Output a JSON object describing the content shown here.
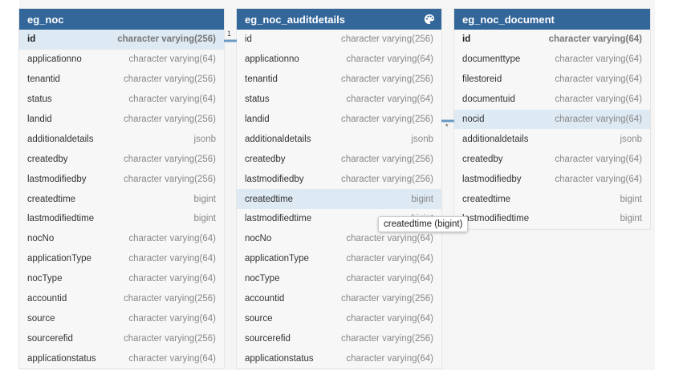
{
  "tables": [
    {
      "name": "eg_noc",
      "columns": [
        {
          "name": "id",
          "type": "character varying(256)",
          "pk": true,
          "hl": true
        },
        {
          "name": "applicationno",
          "type": "character varying(64)"
        },
        {
          "name": "tenantid",
          "type": "character varying(256)"
        },
        {
          "name": "status",
          "type": "character varying(64)"
        },
        {
          "name": "landid",
          "type": "character varying(256)"
        },
        {
          "name": "additionaldetails",
          "type": "jsonb"
        },
        {
          "name": "createdby",
          "type": "character varying(256)"
        },
        {
          "name": "lastmodifiedby",
          "type": "character varying(256)"
        },
        {
          "name": "createdtime",
          "type": "bigint"
        },
        {
          "name": "lastmodifiedtime",
          "type": "bigint"
        },
        {
          "name": "nocNo",
          "type": "character varying(64)"
        },
        {
          "name": "applicationType",
          "type": "character varying(64)"
        },
        {
          "name": "nocType",
          "type": "character varying(64)"
        },
        {
          "name": "accountid",
          "type": "character varying(256)"
        },
        {
          "name": "source",
          "type": "character varying(64)"
        },
        {
          "name": "sourcerefid",
          "type": "character varying(256)"
        },
        {
          "name": "applicationstatus",
          "type": "character varying(64)"
        }
      ]
    },
    {
      "name": "eg_noc_auditdetails",
      "icon": "palette-icon",
      "columns": [
        {
          "name": "id",
          "type": "character varying(256)"
        },
        {
          "name": "applicationno",
          "type": "character varying(64)"
        },
        {
          "name": "tenantid",
          "type": "character varying(256)"
        },
        {
          "name": "status",
          "type": "character varying(64)"
        },
        {
          "name": "landid",
          "type": "character varying(256)"
        },
        {
          "name": "additionaldetails",
          "type": "jsonb"
        },
        {
          "name": "createdby",
          "type": "character varying(256)"
        },
        {
          "name": "lastmodifiedby",
          "type": "character varying(256)"
        },
        {
          "name": "createdtime",
          "type": "bigint",
          "hl": true
        },
        {
          "name": "lastmodifiedtime",
          "type": "bigint"
        },
        {
          "name": "nocNo",
          "type": "character varying(64)"
        },
        {
          "name": "applicationType",
          "type": "character varying(64)"
        },
        {
          "name": "nocType",
          "type": "character varying(64)"
        },
        {
          "name": "accountid",
          "type": "character varying(256)"
        },
        {
          "name": "source",
          "type": "character varying(64)"
        },
        {
          "name": "sourcerefid",
          "type": "character varying(256)"
        },
        {
          "name": "applicationstatus",
          "type": "character varying(64)"
        }
      ]
    },
    {
      "name": "eg_noc_document",
      "columns": [
        {
          "name": "id",
          "type": "character varying(64)",
          "pk": true
        },
        {
          "name": "documenttype",
          "type": "character varying(64)"
        },
        {
          "name": "filestoreid",
          "type": "character varying(64)"
        },
        {
          "name": "documentuid",
          "type": "character varying(64)"
        },
        {
          "name": "nocid",
          "type": "character varying(64)",
          "hl": true
        },
        {
          "name": "additionaldetails",
          "type": "jsonb"
        },
        {
          "name": "createdby",
          "type": "character varying(64)"
        },
        {
          "name": "lastmodifiedby",
          "type": "character varying(64)"
        },
        {
          "name": "createdtime",
          "type": "bigint"
        },
        {
          "name": "lastmodifiedtime",
          "type": "bigint"
        }
      ]
    }
  ],
  "relations": {
    "one_label": "1",
    "many_label": "*"
  },
  "tooltip": {
    "text": "createdtime (bigint)"
  },
  "colors": {
    "header": "#336699",
    "highlight": "#dde9f3",
    "connector": "#6a9ac4"
  }
}
